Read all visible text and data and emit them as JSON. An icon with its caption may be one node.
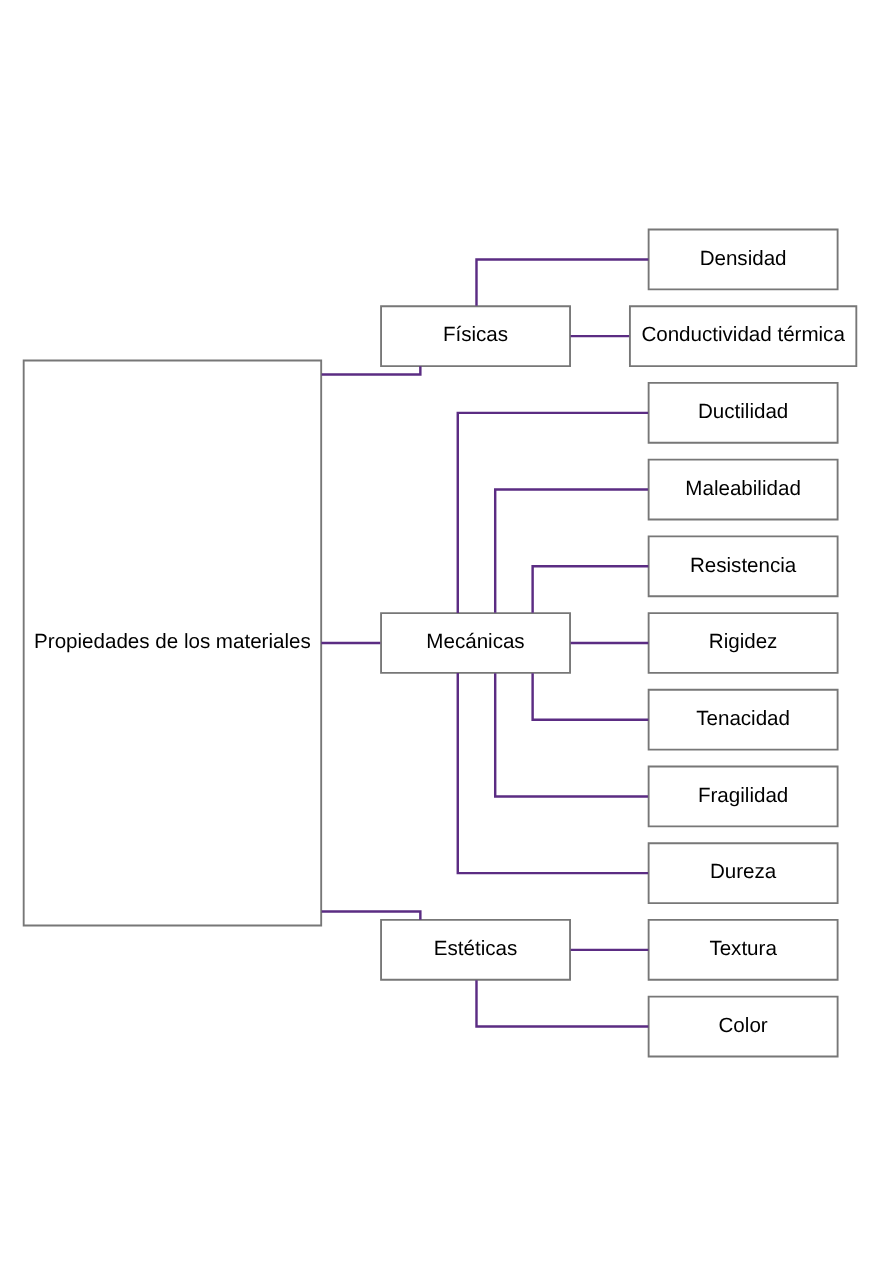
{
  "diagram": {
    "nodes": [
      {
        "text": [
          "Propiedades de los materiales"
        ]
      },
      {
        "text": [
          "Físicas"
        ]
      },
      {
        "text": [
          "Densidad"
        ]
      },
      {
        "text": [
          "Conductividad térmica"
        ]
      },
      {
        "text": [
          "Mecánicas"
        ]
      },
      {
        "text": [
          "Ductilidad"
        ]
      },
      {
        "text": [
          "Maleabilidad"
        ]
      },
      {
        "text": [
          "Resistencia"
        ]
      },
      {
        "text": [
          "Rigidez"
        ]
      },
      {
        "text": [
          "Tenacidad"
        ]
      },
      {
        "text": [
          "Fragilidad"
        ]
      },
      {
        "text": [
          "Dureza"
        ]
      },
      {
        "text": [
          "Estéticas"
        ]
      },
      {
        "text": [
          "Textura"
        ]
      },
      {
        "text": [
          "Color"
        ]
      }
    ],
    "edges": [
      {
        "from": 0,
        "to": 1,
        "arrow": "none"
      },
      {
        "from": 1,
        "to": 2,
        "arrow": "none"
      },
      {
        "from": 1,
        "to": 3,
        "arrow": "none"
      },
      {
        "from": 0,
        "to": 4,
        "arrow": "none"
      },
      {
        "from": 4,
        "to": 5,
        "arrow": "none"
      },
      {
        "from": 4,
        "to": 6,
        "arrow": "none"
      },
      {
        "from": 4,
        "to": 7,
        "arrow": "none"
      },
      {
        "from": 4,
        "to": 8,
        "arrow": "none"
      },
      {
        "from": 4,
        "to": 9,
        "arrow": "none"
      },
      {
        "from": 4,
        "to": 10,
        "arrow": "none"
      },
      {
        "from": 4,
        "to": 11,
        "arrow": "none"
      },
      {
        "from": 0,
        "to": 12,
        "arrow": "none"
      },
      {
        "from": 12,
        "to": 13,
        "arrow": "none"
      },
      {
        "from": 12,
        "to": 14,
        "arrow": "none"
      }
    ]
  }
}
